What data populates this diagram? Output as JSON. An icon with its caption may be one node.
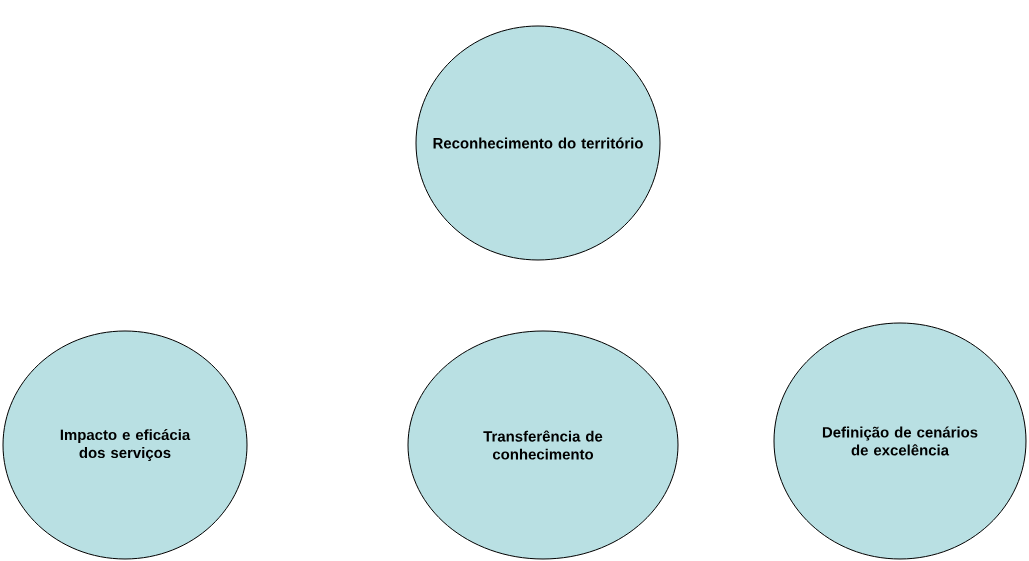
{
  "diagram": {
    "nodes": [
      {
        "text": [
          "Reconhecimento do território"
        ]
      },
      {
        "text": [
          "Impacto e eficácia dos serviços"
        ]
      },
      {
        "text": [
          "Transferência de conhecimento"
        ]
      },
      {
        "text": [
          "Definição de cenários de excelência"
        ]
      }
    ]
  }
}
